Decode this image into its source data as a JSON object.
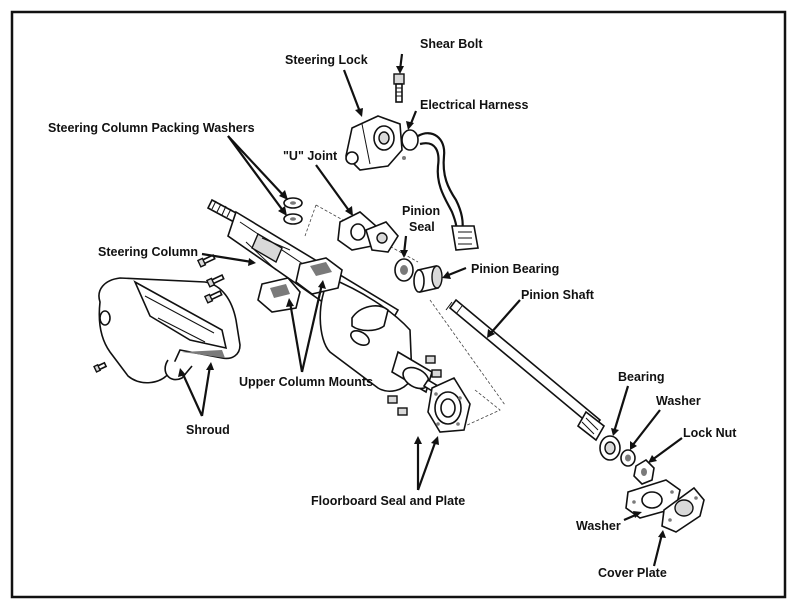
{
  "colors": {
    "ink": "#111111",
    "paper": "#ffffff",
    "shading": "#7a7a7a"
  },
  "labels": {
    "shear_bolt": "Shear Bolt",
    "steering_lock": "Steering Lock",
    "electrical_harness": "Electrical Harness",
    "packing_washers": "Steering Column Packing Washers",
    "u_joint": "\"U\" Joint",
    "pinion_seal_line1": "Pinion",
    "pinion_seal_line2": "Seal",
    "pinion_bearing": "Pinion Bearing",
    "steering_column": "Steering Column",
    "pinion_shaft": "Pinion Shaft",
    "upper_column_mounts": "Upper Column Mounts",
    "bearing": "Bearing",
    "washer_top": "Washer",
    "lock_nut": "Lock Nut",
    "shroud": "Shroud",
    "floorboard_seal_plate": "Floorboard Seal and Plate",
    "washer_bottom": "Washer",
    "cover_plate": "Cover Plate"
  }
}
